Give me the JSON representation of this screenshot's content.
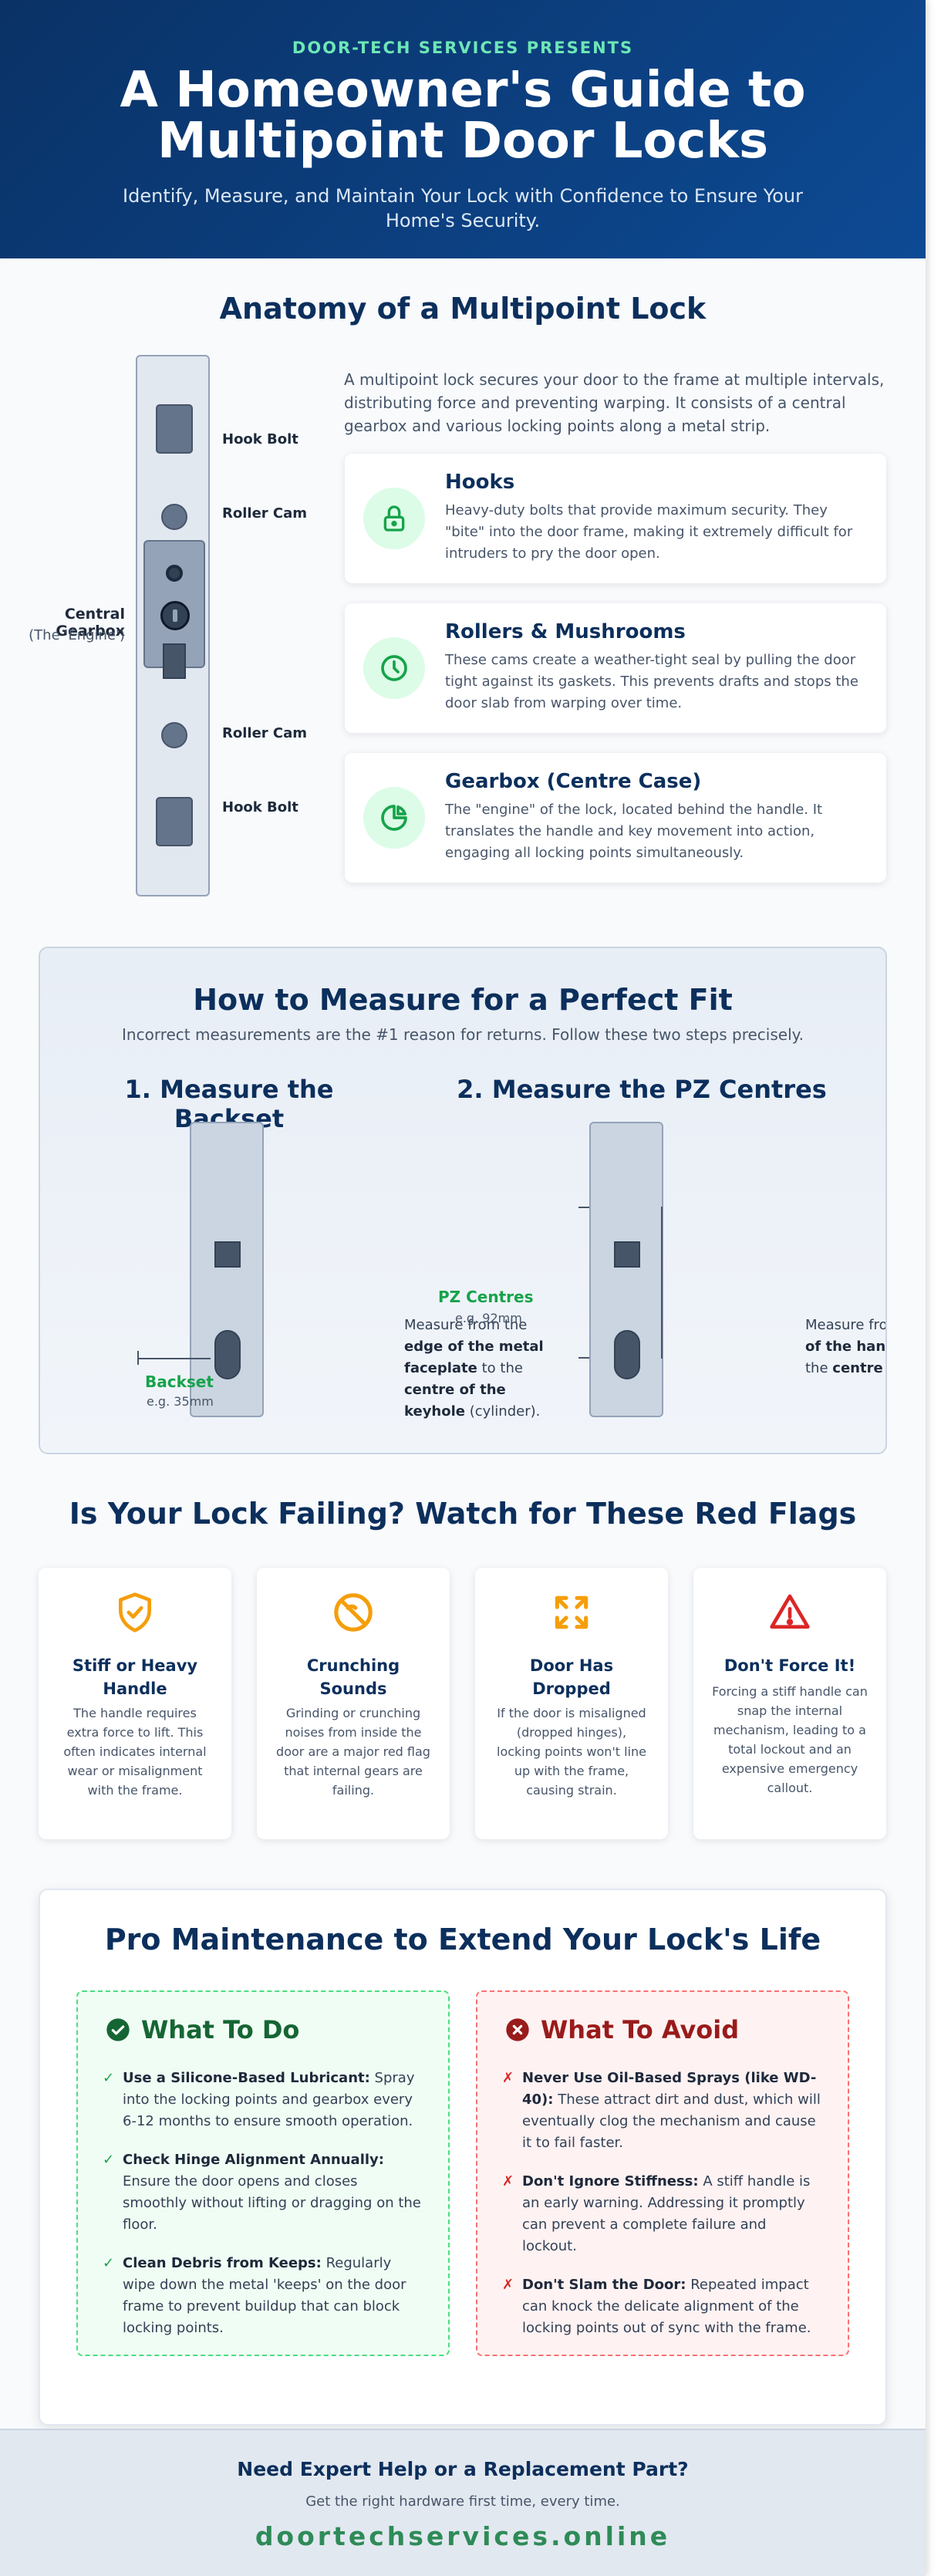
{
  "header": {
    "eyebrow": "DOOR-TECH SERVICES PRESENTS",
    "title": "A Homeowner's Guide to Multipoint Door Locks",
    "subtitle": "Identify, Measure, and Maintain Your Lock with Confidence to Ensure Your Home's Security."
  },
  "anatomy": {
    "title": "Anatomy of a Multipoint Lock",
    "intro": "A multipoint lock secures your door to the frame at multiple intervals, distributing force and preventing warping. It consists of a central gearbox and various locking points along a metal strip.",
    "diagram_labels": {
      "hook_bolt_top": "Hook Bolt",
      "roller_cam_top": "Roller Cam",
      "gearbox": "Central Gearbox",
      "gearbox_sub": "(The 'Engine')",
      "roller_cam_bottom": "Roller Cam",
      "hook_bolt_bottom": "Hook Bolt"
    },
    "features": [
      {
        "title": "Hooks",
        "text": "Heavy-duty bolts that provide maximum security. They \"bite\" into the door frame, making it extremely difficult for intruders to pry the door open.",
        "icon": "lock-icon"
      },
      {
        "title": "Rollers & Mushrooms",
        "text": "These cams create a weather-tight seal by pulling the door tight against its gaskets. This prevents drafts and stops the door slab from warping over time.",
        "icon": "clock-icon"
      },
      {
        "title": "Gearbox (Centre Case)",
        "text": "The \"engine\" of the lock, located behind the handle. It translates the handle and key movement into action, engaging all locking points simultaneously.",
        "icon": "pie-icon"
      }
    ]
  },
  "measure": {
    "title": "How to Measure for a Perfect Fit",
    "subtitle": "Incorrect measurements are the #1 reason for returns. Follow these two steps precisely.",
    "step1": {
      "title": "1. Measure the Backset",
      "dim_label": "Backset",
      "dim_example": "e.g. 35mm",
      "note_prefix": "Measure from the",
      "note_bold1": "edge of the metal faceplate",
      "note_mid": "to the",
      "note_bold2": "centre of the keyhole",
      "note_suffix": "(cylinder)."
    },
    "step2": {
      "title": "2. Measure the PZ Centres",
      "dim_label": "PZ Centres",
      "dim_example": "e.g. 92mm",
      "note_prefix": "Measure from the",
      "note_bold1": "centre of the handle spindle",
      "note_mid": "to the",
      "note_bold2": "centre of the keyhole",
      "note_suffix": "."
    }
  },
  "flags": {
    "title": "Is Your Lock Failing? Watch for These Red Flags",
    "items": [
      {
        "title": "Stiff or Heavy Handle",
        "text": "The handle requires extra force to lift. This often indicates internal wear or misalignment with the frame.",
        "icon": "shield-check-icon",
        "color": "#f59e0b"
      },
      {
        "title": "Crunching Sounds",
        "text": "Grinding or crunching noises from inside the door are a major red flag that internal gears are failing.",
        "icon": "no-sound-icon",
        "color": "#f59e0b"
      },
      {
        "title": "Door Has Dropped",
        "text": "If the door is misaligned (dropped hinges), locking points won't line up with the frame, causing strain.",
        "icon": "expand-arrows-icon",
        "color": "#f59e0b"
      },
      {
        "title": "Don't Force It!",
        "text": "Forcing a stiff handle can snap the internal mechanism, leading to a total lockout and an expensive emergency callout.",
        "icon": "warning-triangle-icon",
        "color": "#dc2626"
      }
    ]
  },
  "maintenance": {
    "title": "Pro Maintenance to Extend Your Lock's Life",
    "do": {
      "title": "What To Do",
      "items": [
        {
          "bold": "Use a Silicone-Based Lubricant:",
          "text": "Spray into the locking points and gearbox every 6-12 months to ensure smooth operation."
        },
        {
          "bold": "Check Hinge Alignment Annually:",
          "text": "Ensure the door opens and closes smoothly without lifting or dragging on the floor."
        },
        {
          "bold": "Clean Debris from Keeps:",
          "text": "Regularly wipe down the metal 'keeps' on the door frame to prevent buildup that can block locking points."
        }
      ]
    },
    "avoid": {
      "title": "What To Avoid",
      "items": [
        {
          "bold": "Never Use Oil-Based Sprays (like WD-40):",
          "text": "These attract dirt and dust, which will eventually clog the mechanism and cause it to fail faster."
        },
        {
          "bold": "Don't Ignore Stiffness:",
          "text": "A stiff handle is an early warning. Addressing it promptly can prevent a complete failure and lockout."
        },
        {
          "bold": "Don't Slam the Door:",
          "text": "Repeated impact can knock the delicate alignment of the locking points out of sync with the frame."
        }
      ]
    }
  },
  "footer": {
    "title": "Need Expert Help or a Replacement Part?",
    "subtitle": "Get the right hardware first time, every time.",
    "link": "doortechservices.online"
  },
  "colors": {
    "header_start": "#0a3266",
    "header_end": "#0d4a94",
    "accent_green": "#16a34a",
    "heading_navy": "#0c2f5c",
    "warning_amber": "#f59e0b",
    "danger_red": "#dc2626"
  }
}
